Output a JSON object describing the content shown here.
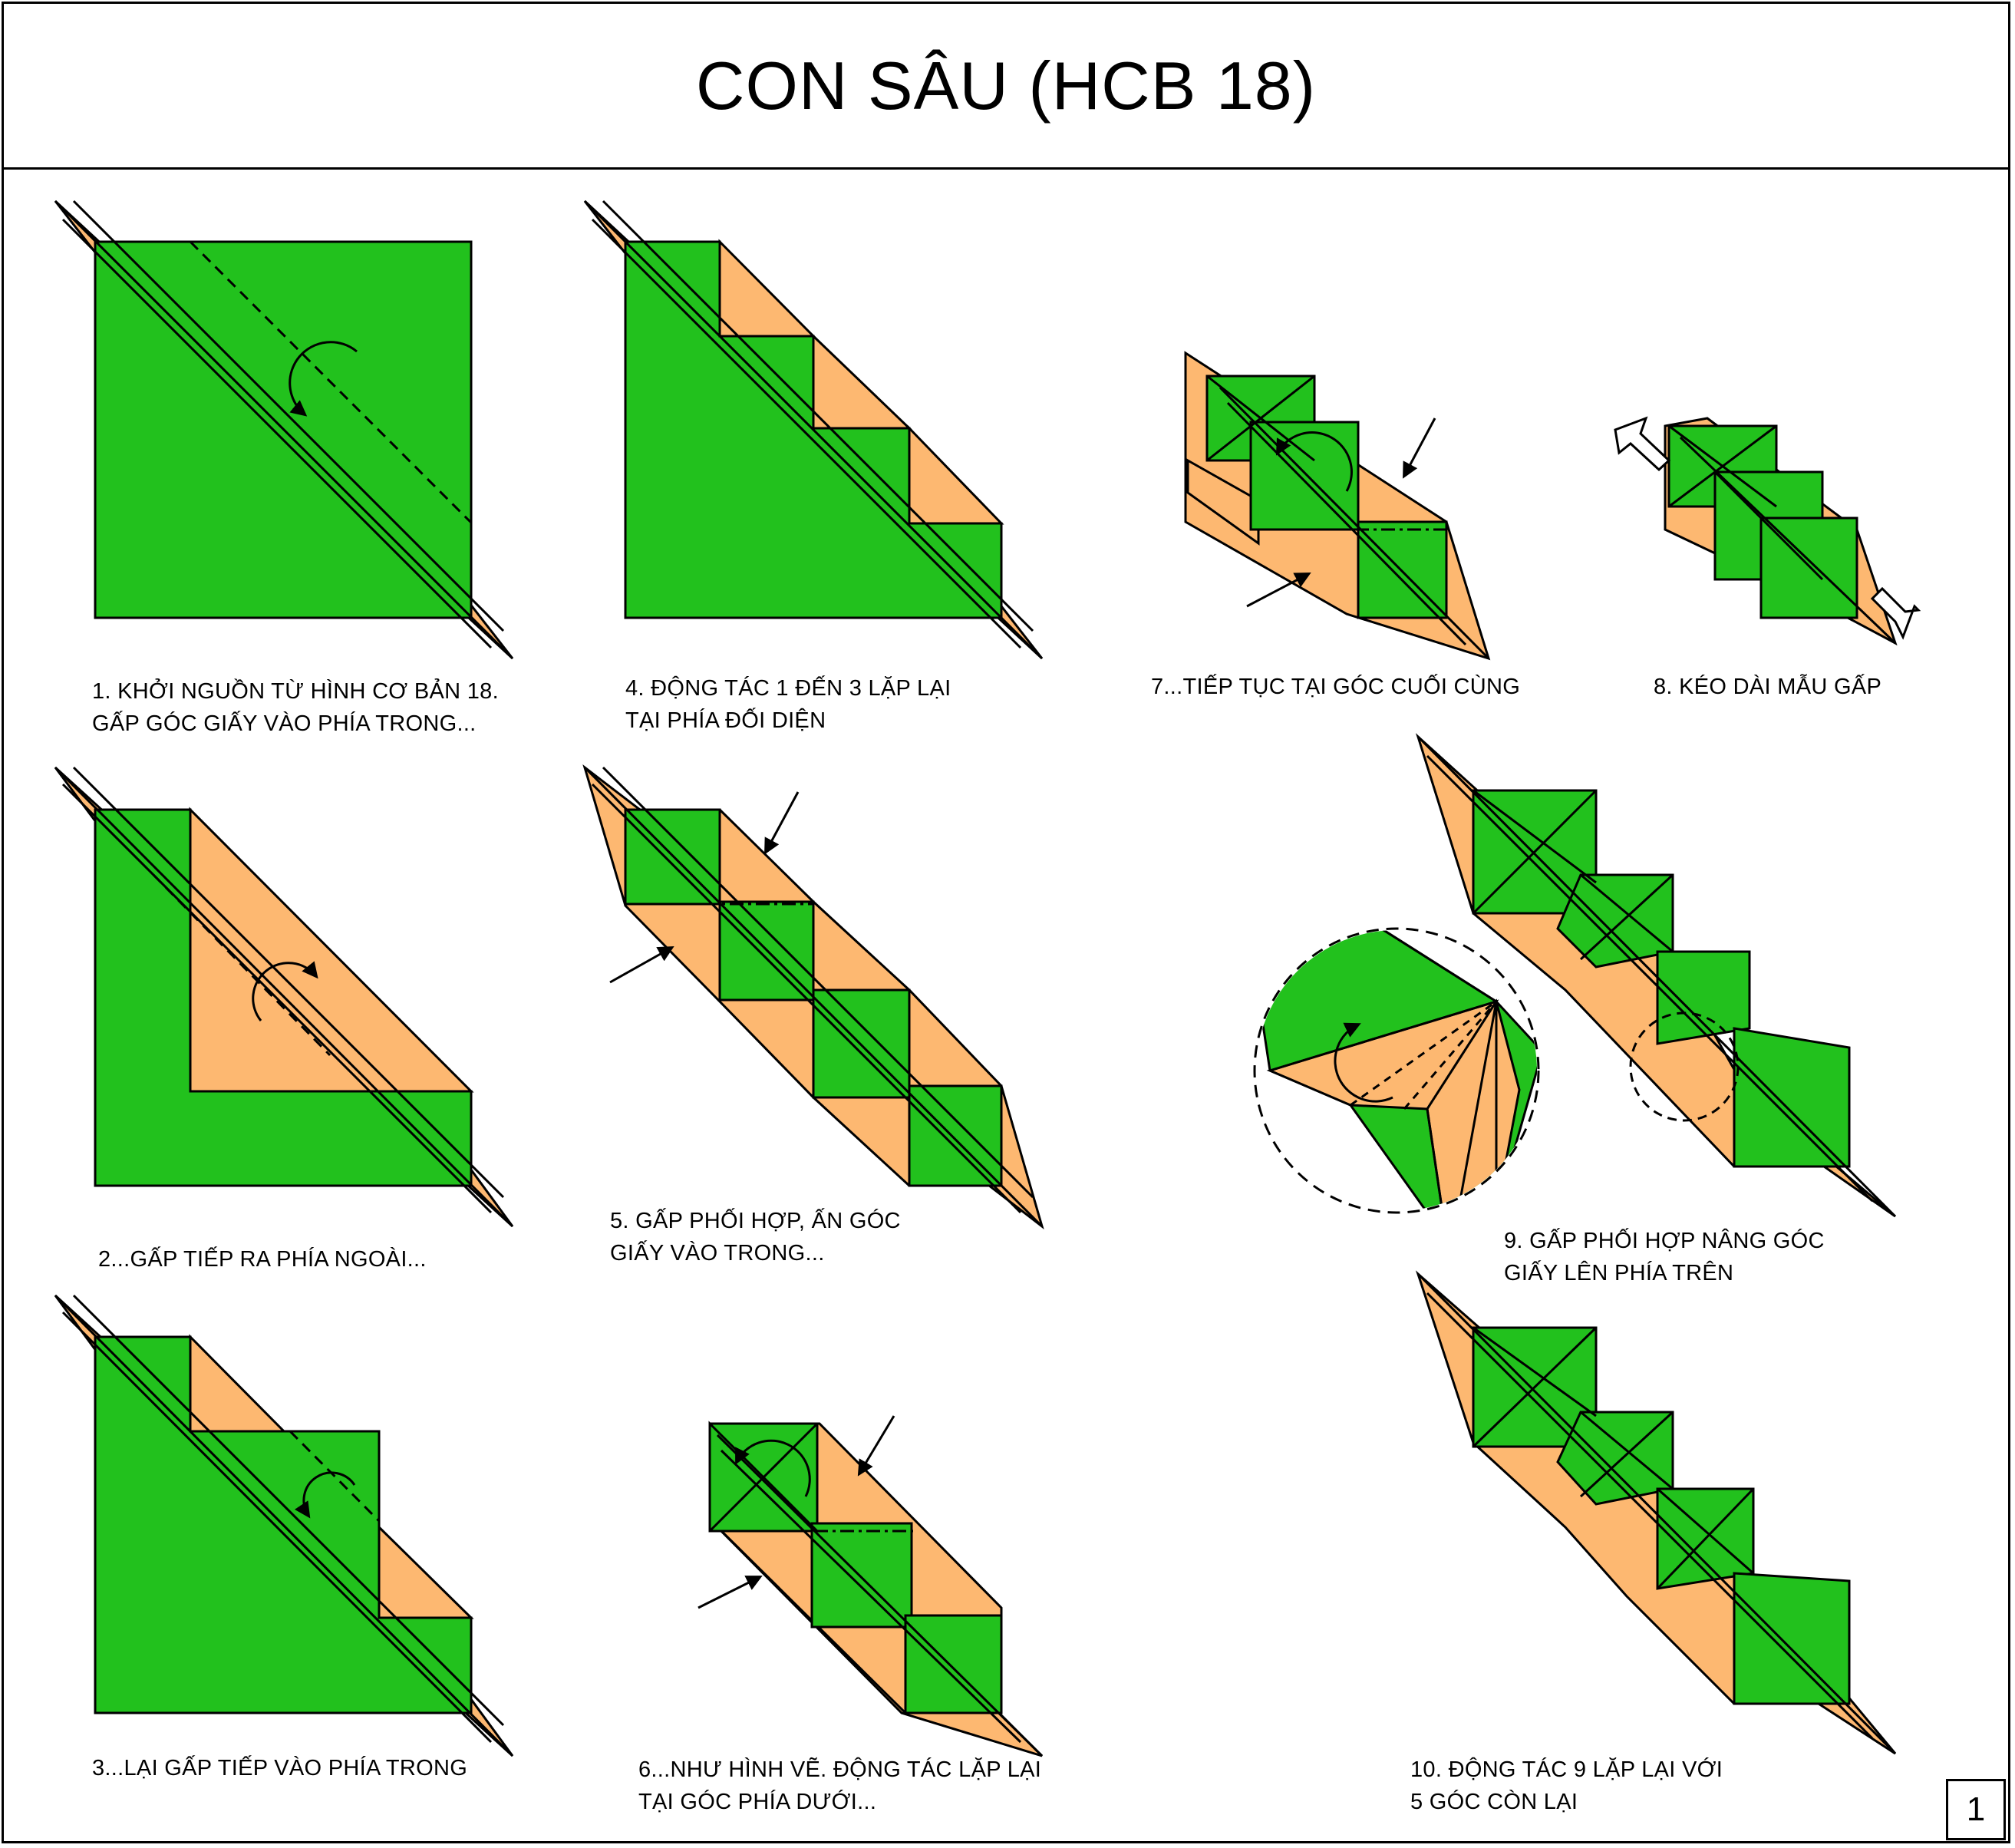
{
  "title": "CON SÂU (HCB 18)",
  "page_number": "1",
  "colors": {
    "green": "#22C11D",
    "peach": "#FDB871",
    "line": "#000000"
  },
  "steps": [
    {
      "n": 1,
      "text": "1. KHỞI NGUỒN TỪ HÌNH CƠ BẢN 18.\nGẤP GÓC GIẤY VÀO PHÍA TRONG..."
    },
    {
      "n": 2,
      "text": "2...GẤP TIẾP RA PHÍA NGOÀI..."
    },
    {
      "n": 3,
      "text": "3...LẠI GẤP TIẾP VÀO PHÍA TRONG"
    },
    {
      "n": 4,
      "text": "4. ĐỘNG TÁC 1 ĐẾN 3 LẶP LẠI\nTẠI PHÍA ĐỐI DIỆN"
    },
    {
      "n": 5,
      "text": "5. GẤP PHỐI HỢP, ẤN GÓC\nGIẤY VÀO TRONG..."
    },
    {
      "n": 6,
      "text": "6...NHƯ HÌNH VẼ. ĐỘNG TÁC LẶP LẠI\nTẠI GÓC PHÍA DƯỚI..."
    },
    {
      "n": 7,
      "text": "7...TIẾP TỤC TẠI GÓC CUỐI CÙNG"
    },
    {
      "n": 8,
      "text": "8. KÉO DÀI MẪU GẤP"
    },
    {
      "n": 9,
      "text": "9. GẤP PHỐI HỢP NÂNG GÓC\nGIẤY LÊN PHÍA TRÊN"
    },
    {
      "n": 10,
      "text": "10. ĐỘNG TÁC 9 LẶP LẠI VỚI\n5 GÓC CÒN LẠI"
    }
  ]
}
